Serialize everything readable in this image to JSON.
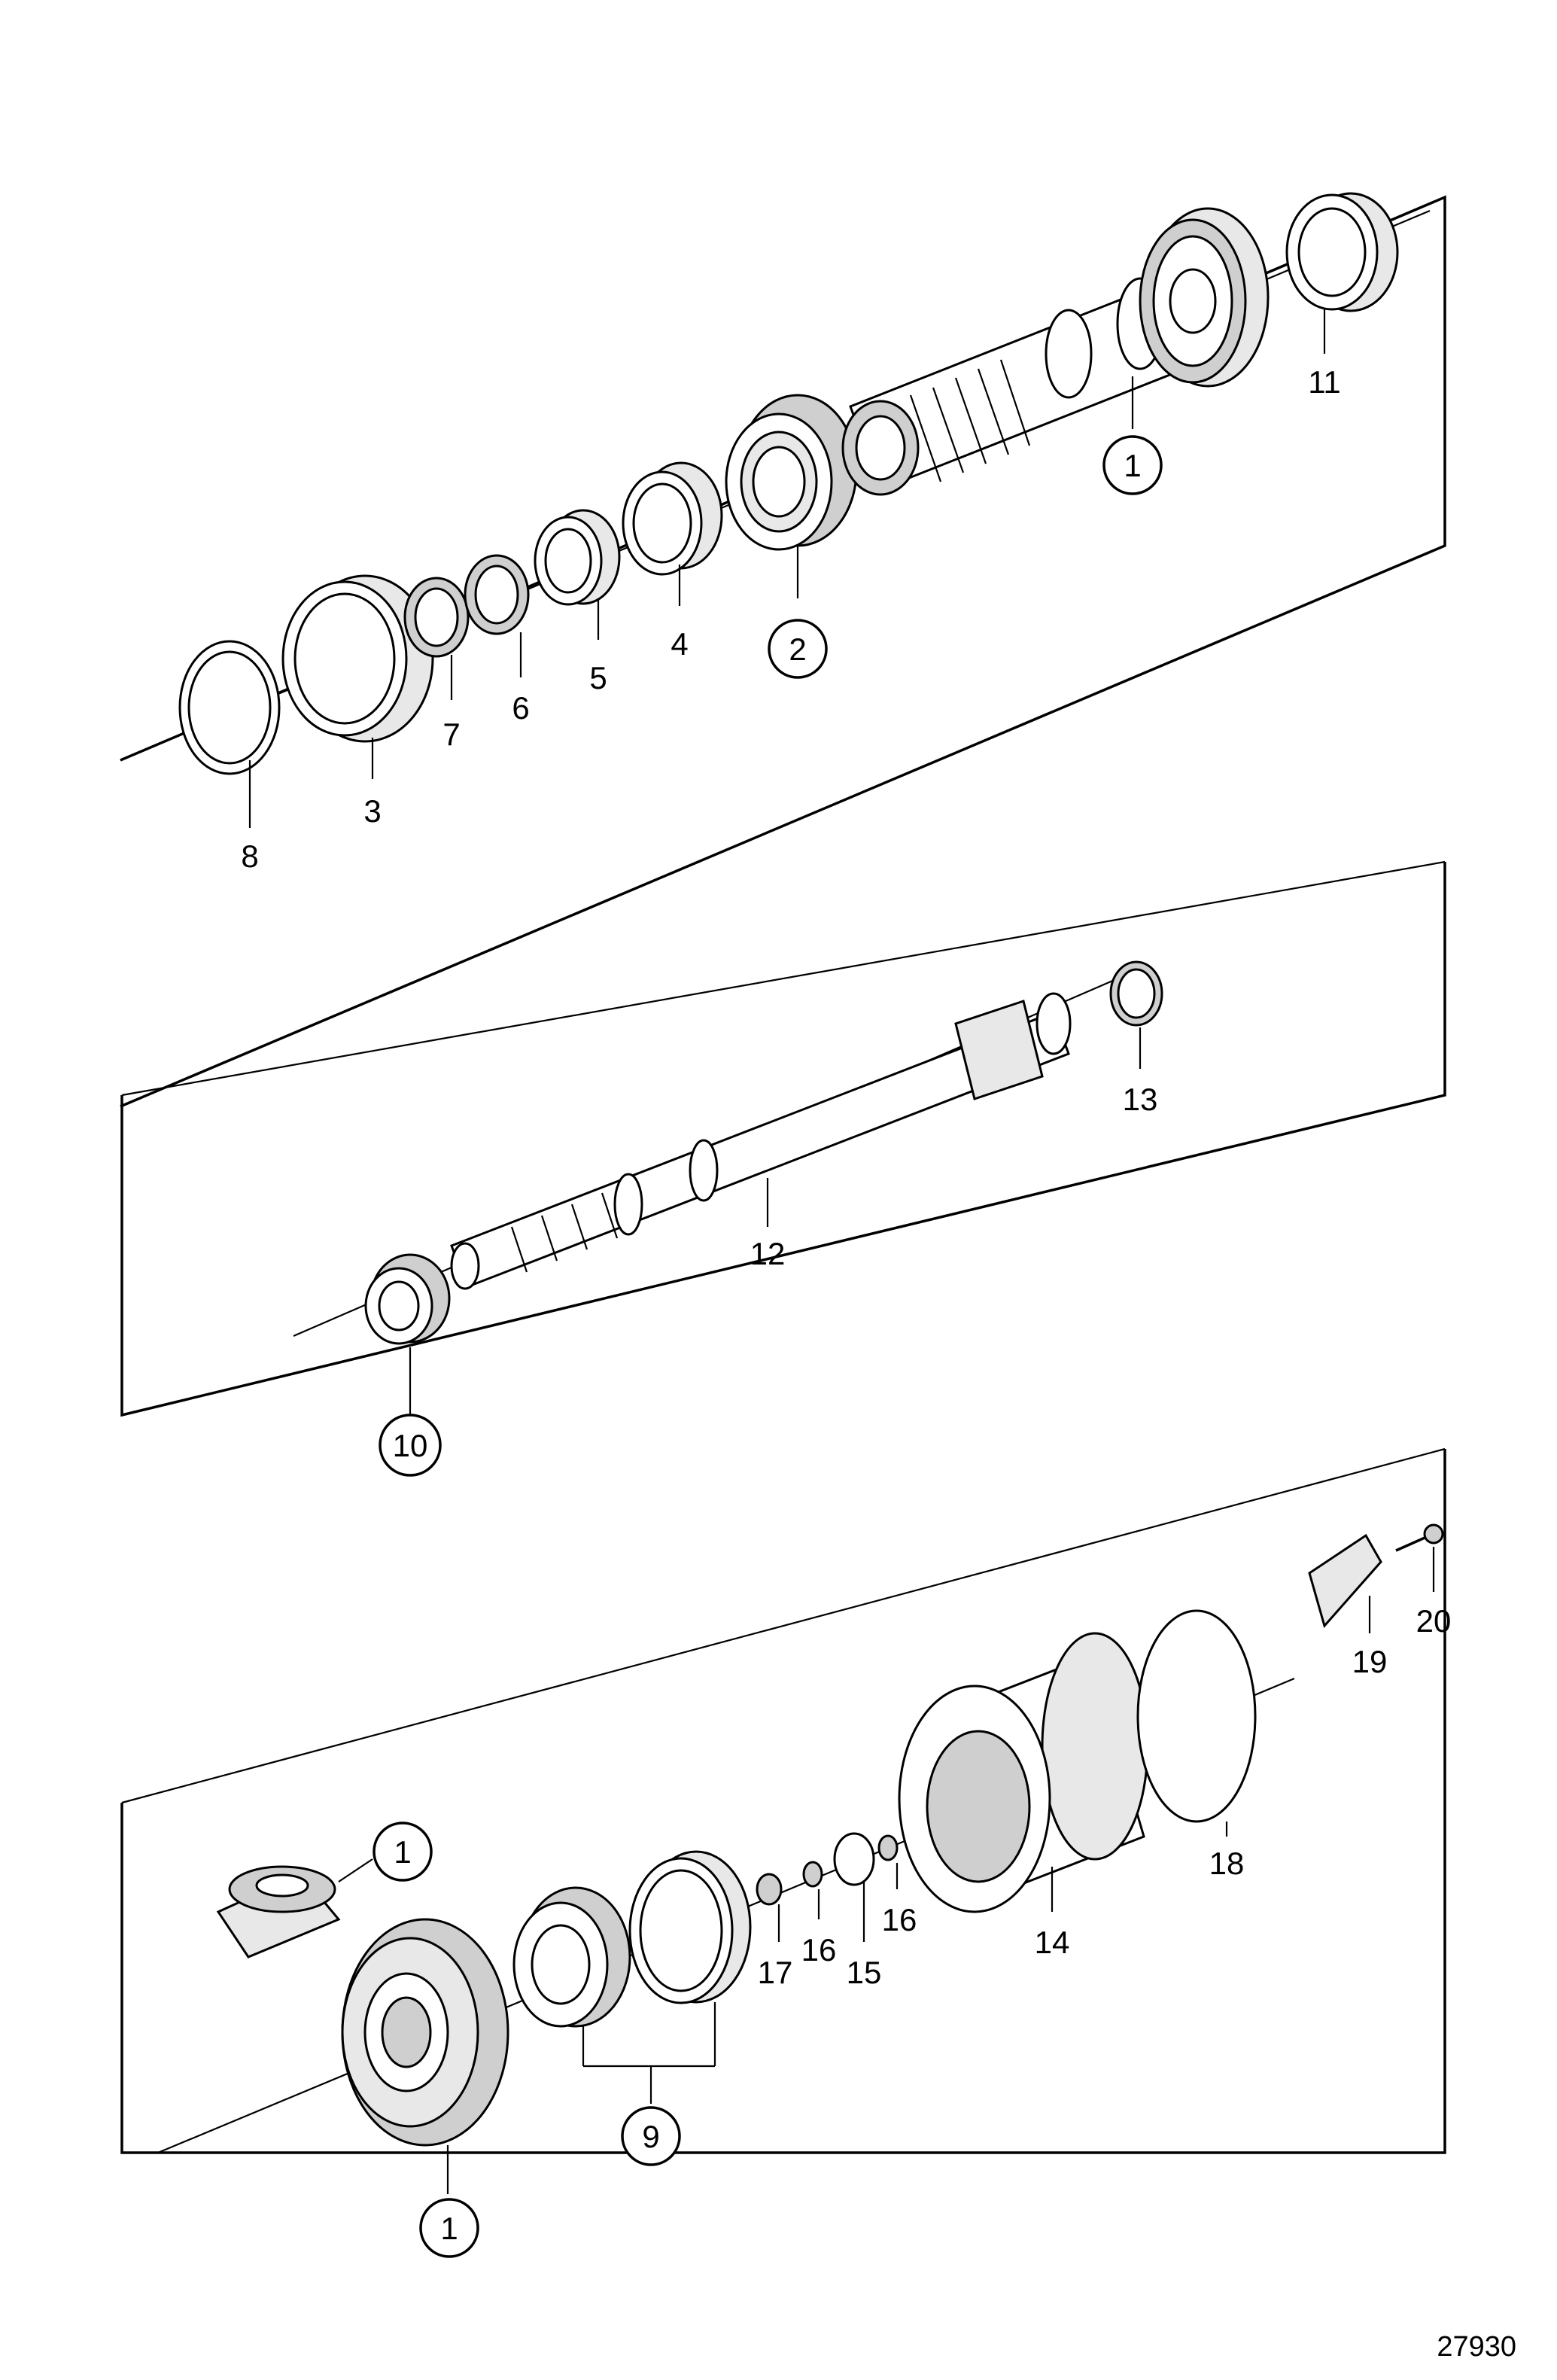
{
  "figure_number": "27930",
  "callouts": {
    "top": [
      "1",
      "2",
      "3",
      "4",
      "5",
      "6",
      "7",
      "8",
      "11"
    ],
    "middle": [
      "10",
      "12",
      "13"
    ],
    "bottom": [
      "1",
      "1",
      "9",
      "14",
      "15",
      "16",
      "16",
      "17",
      "18",
      "19",
      "20"
    ]
  },
  "circled_callouts": [
    "1",
    "2",
    "10",
    "1",
    "1",
    "9"
  ]
}
